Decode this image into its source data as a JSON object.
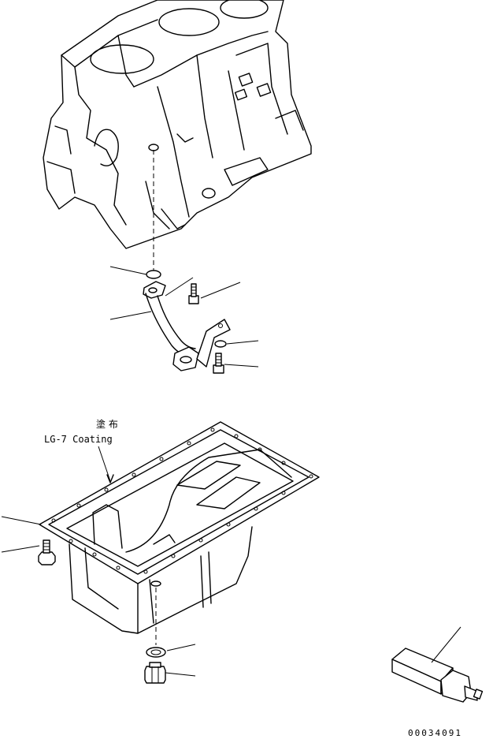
{
  "annotation": {
    "japanese": "塗 布",
    "english": "LG-7 Coating"
  },
  "drawing_code": "00034091"
}
